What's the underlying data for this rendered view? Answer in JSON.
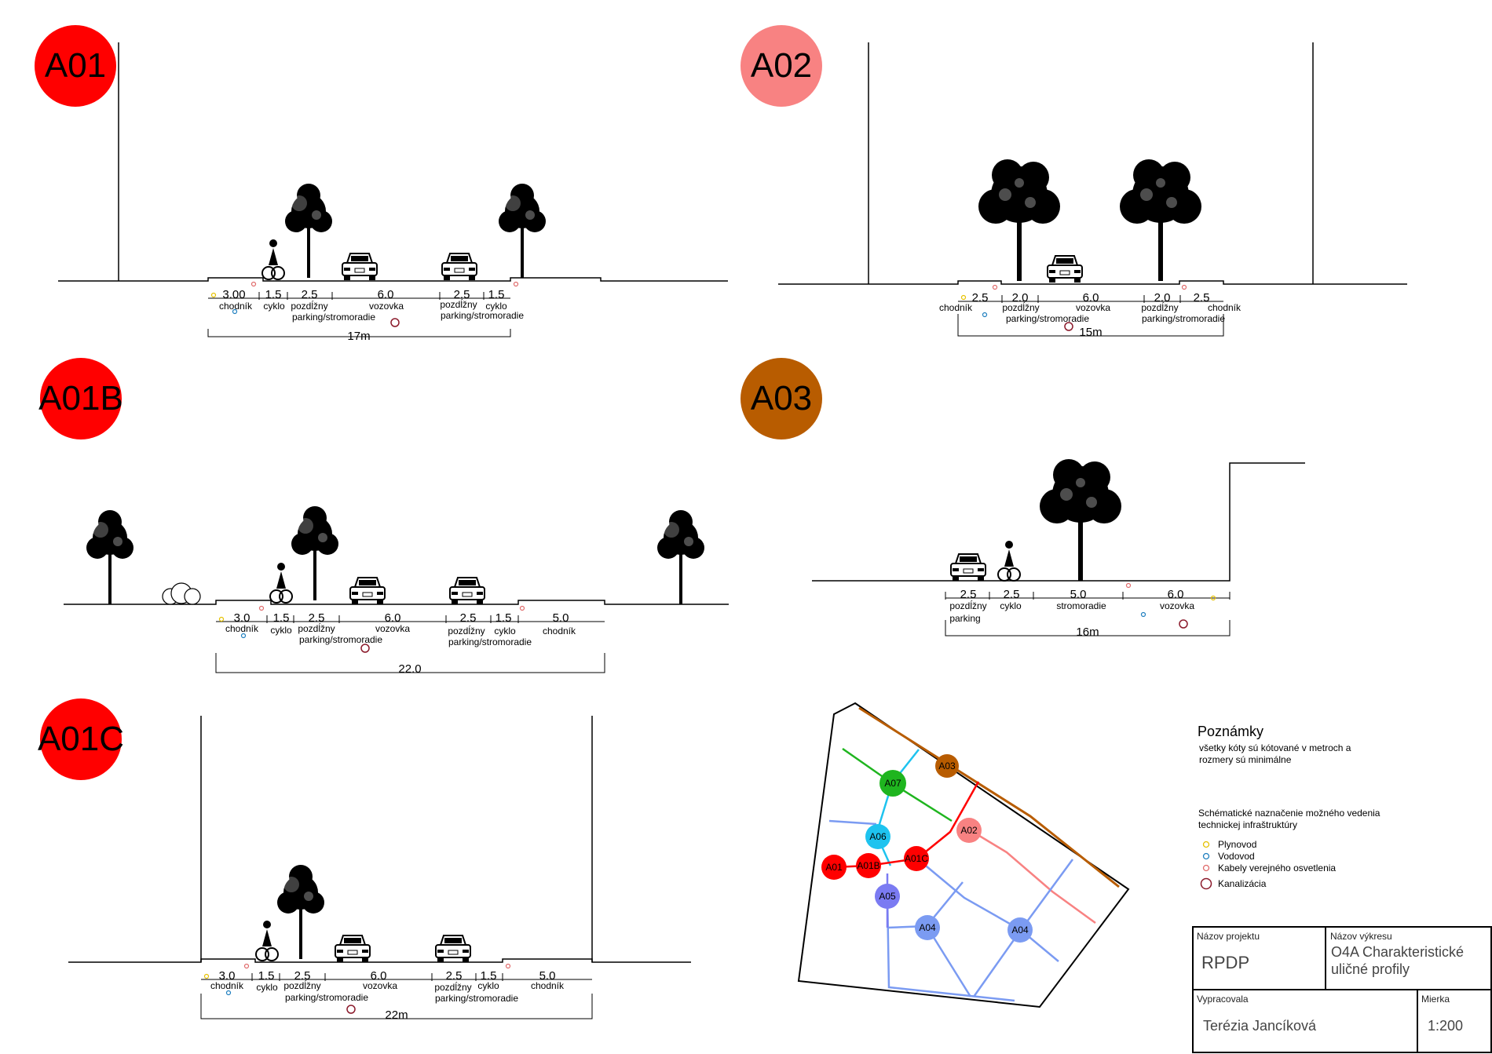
{
  "sections": [
    {
      "id": "A01",
      "color": "#ff0000",
      "dims": [
        "3.00",
        "1.5",
        "2.5",
        "6.0",
        "2.5",
        "1.5"
      ],
      "labels": [
        "chodník",
        "cyklo",
        "pozdĺžny",
        "parking/stromoradie",
        "vozovka",
        "pozdĺžny",
        "parking/stromoradie",
        "cyklo"
      ],
      "total": "17m"
    },
    {
      "id": "A02",
      "color": "#f88282",
      "dims": [
        "2.5",
        "2.0",
        "6.0",
        "2.0",
        "2.5"
      ],
      "labels": [
        "chodník",
        "pozdĺžny",
        "parking/stromoradie",
        "vozovka",
        "pozdĺžny",
        "parking/stromoradie",
        "chodník"
      ],
      "total": "15m"
    },
    {
      "id": "A01B",
      "color": "#ff0000",
      "dims": [
        "3.0",
        "1.5",
        "2.5",
        "6.0",
        "2.5",
        "1.5",
        "5.0"
      ],
      "labels": [
        "chodník",
        "cyklo",
        "pozdĺžny",
        "parking/stromoradie",
        "vozovka",
        "pozdĺžny",
        "parking/stromoradie",
        "cyklo",
        "chodník"
      ],
      "total": "22.0"
    },
    {
      "id": "A03",
      "color": "#b85c00",
      "dims": [
        "2.5",
        "2.5",
        "5.0",
        "6.0"
      ],
      "labels": [
        "pozdĺžny",
        "parking",
        "cyklo",
        "stromoradie",
        "vozovka"
      ],
      "total": "16m"
    },
    {
      "id": "A01C",
      "color": "#ff0000",
      "dims": [
        "3.0",
        "1.5",
        "2.5",
        "6.0",
        "2.5",
        "1.5",
        "5.0"
      ],
      "labels": [
        "chodník",
        "cyklo",
        "pozdĺžny",
        "parking/stromoradie",
        "vozovka",
        "pozdĺžny",
        "parking/stromoradie",
        "cyklo",
        "chodník"
      ],
      "total": "22m"
    }
  ],
  "map_nodes": [
    {
      "label": "A03",
      "color": "#b85c00"
    },
    {
      "label": "A07",
      "color": "#1fb51f"
    },
    {
      "label": "A02",
      "color": "#f88282"
    },
    {
      "label": "A06",
      "color": "#1ec3ef"
    },
    {
      "label": "A01C",
      "color": "#ff0000"
    },
    {
      "label": "A01",
      "color": "#ff0000"
    },
    {
      "label": "A01B",
      "color": "#ff0000"
    },
    {
      "label": "A05",
      "color": "#7b7bf2"
    },
    {
      "label": "A04",
      "color": "#7b9bf2"
    },
    {
      "label": "A04",
      "color": "#7b9bf2"
    }
  ],
  "notes": {
    "title": "Poznámky",
    "line1": "všetky kóty sú kótované v metroch a",
    "line2": "rozmery sú minimálne",
    "infra_line1": "Schématické naznačenie možného vedenia",
    "infra_line2": "technickej infraštruktúry",
    "legend": [
      {
        "label": "Plynovod",
        "color": "#e5c100"
      },
      {
        "label": "Vodovod",
        "color": "#1f7fbf"
      },
      {
        "label": "Kabely verejného osvetlenia",
        "color": "#e06b6b"
      },
      {
        "label": "Kanalizácia",
        "color": "#8b1a2b"
      }
    ]
  },
  "title_block": {
    "project_label": "Názov projektu",
    "project_value": "RPDP",
    "drawing_label": "Názov výkresu",
    "drawing_line1": "O4A Charakteristické",
    "drawing_line2": "uličné profily",
    "author_label": "Vypracovala",
    "author_value": "Terézia Jancíková",
    "scale_label": "Mierka",
    "scale_value": "1:200"
  }
}
